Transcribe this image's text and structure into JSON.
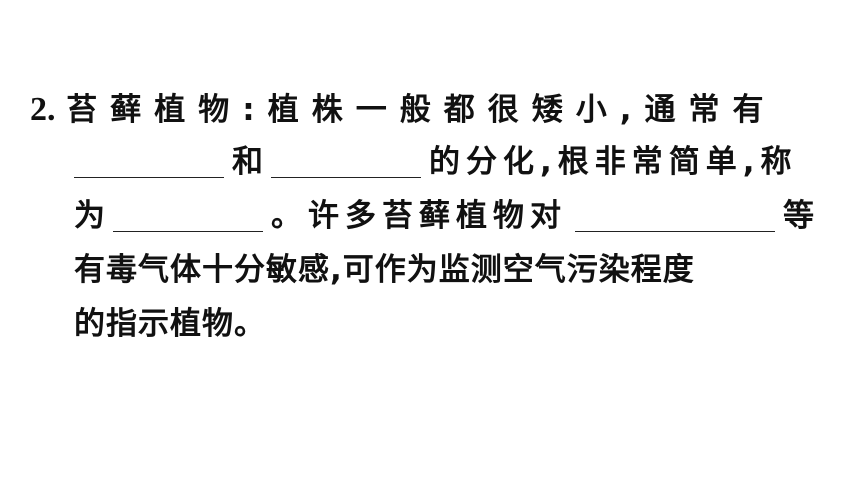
{
  "question": {
    "number": "2.",
    "l1_a": "苔藓植物:植株一般都很矮小,通常有",
    "l2_a": "和",
    "l2_b": "的分化,根非常简单,称",
    "l3_a": "为",
    "l3_b": "。许多苔藓植物对",
    "l3_c": "等",
    "l4": "有毒气体十分敏感,可作为监测空气污染程度",
    "l5": "的指示植物。"
  }
}
